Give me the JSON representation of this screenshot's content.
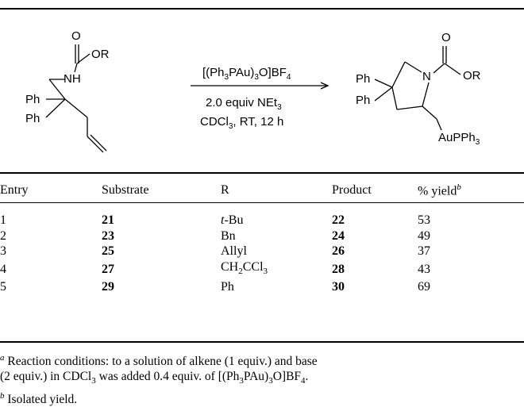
{
  "scheme": {
    "reagent_line1_pre": "[(Ph",
    "reagent_line1_sub1": "3",
    "reagent_line1_mid": "PAu)",
    "reagent_line1_sub2": "3",
    "reagent_line1_post": "O]BF",
    "reagent_line1_sub3": "4",
    "reagent_line2": "2.0 equiv NEt",
    "reagent_line2_sub": "3",
    "reagent_line3_pre": "CDCl",
    "reagent_line3_sub": "3",
    "reagent_line3_post": ", RT, 12 h",
    "sm_o": "O",
    "sm_or": "OR",
    "sm_nh": "NH",
    "sm_ph1": "Ph",
    "sm_ph2": "Ph",
    "pr_o": "O",
    "pr_n": "N",
    "pr_or": "OR",
    "pr_ph1": "Ph",
    "pr_ph2": "Ph",
    "pr_au": "AuPPh",
    "pr_au_sub": "3"
  },
  "table": {
    "headers": [
      "Entry",
      "Substrate",
      "R",
      "Product",
      "% yield"
    ],
    "header_yield_sup": "b",
    "rows": [
      {
        "entry": "1",
        "substrate": "21",
        "r_prefix": "t",
        "r_main": "-Bu",
        "product": "22",
        "yield": "53"
      },
      {
        "entry": "2",
        "substrate": "23",
        "r_prefix": "",
        "r_main": "Bn",
        "product": "24",
        "yield": "49"
      },
      {
        "entry": "3",
        "substrate": "25",
        "r_prefix": "",
        "r_main": "Allyl",
        "product": "26",
        "yield": "37"
      },
      {
        "entry": "4",
        "substrate": "27",
        "r_prefix": "",
        "r_main": "CH2CCl3",
        "product": "28",
        "yield": "43"
      },
      {
        "entry": "5",
        "substrate": "29",
        "r_prefix": "",
        "r_main": "Ph",
        "product": "30",
        "yield": "69"
      }
    ]
  },
  "footnotes": {
    "a_mark": "a",
    "a_line1": "Reaction conditions: to a solution of alkene (1 equiv.) and base",
    "a_line2_pre": "(2 equiv.) in CDCl",
    "a_line2_sub": "3",
    "a_line2_mid": " was added 0.4 equiv. of [(Ph",
    "a_line2_sub2": "3",
    "a_line2_mid2": "PAu)",
    "a_line2_sub3": "3",
    "a_line2_post": "O]BF",
    "a_line2_sub4": "4",
    "a_line2_end": ".",
    "b_mark": "b",
    "b_text": "Isolated yield."
  }
}
